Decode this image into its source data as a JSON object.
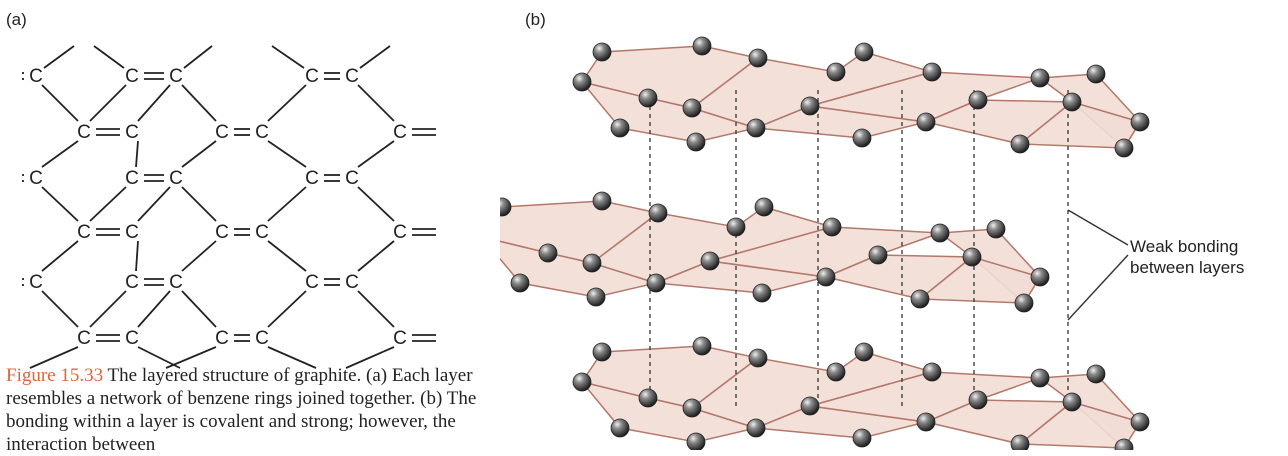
{
  "panel_a": {
    "label": "(a)",
    "atom_symbol": "C",
    "rows": [
      "=C⟋ ⟍C=C⟋ ⟍C=C⟋",
      "C=C C=C C=",
      "=C C=C C=C",
      "C=C C=C C=",
      "=C C=C C=C",
      "C=C C=C C="
    ]
  },
  "panel_b": {
    "label": "(b)",
    "annotation": [
      "Weak bonding",
      "between layers"
    ],
    "layer_count": 3
  },
  "caption": {
    "figure_number": "Figure 15.33",
    "text": "The layered structure of graphite. (a) Each layer resembles a network of benzene rings joined together. (b) The bonding within a layer is covalent and strong; however, the interaction between"
  },
  "colors": {
    "sheet_fill": "#f2ddd5",
    "sheet_edge": "#b4786a",
    "atom": "#3a3a3a",
    "caption_accent": "#e0643a"
  }
}
